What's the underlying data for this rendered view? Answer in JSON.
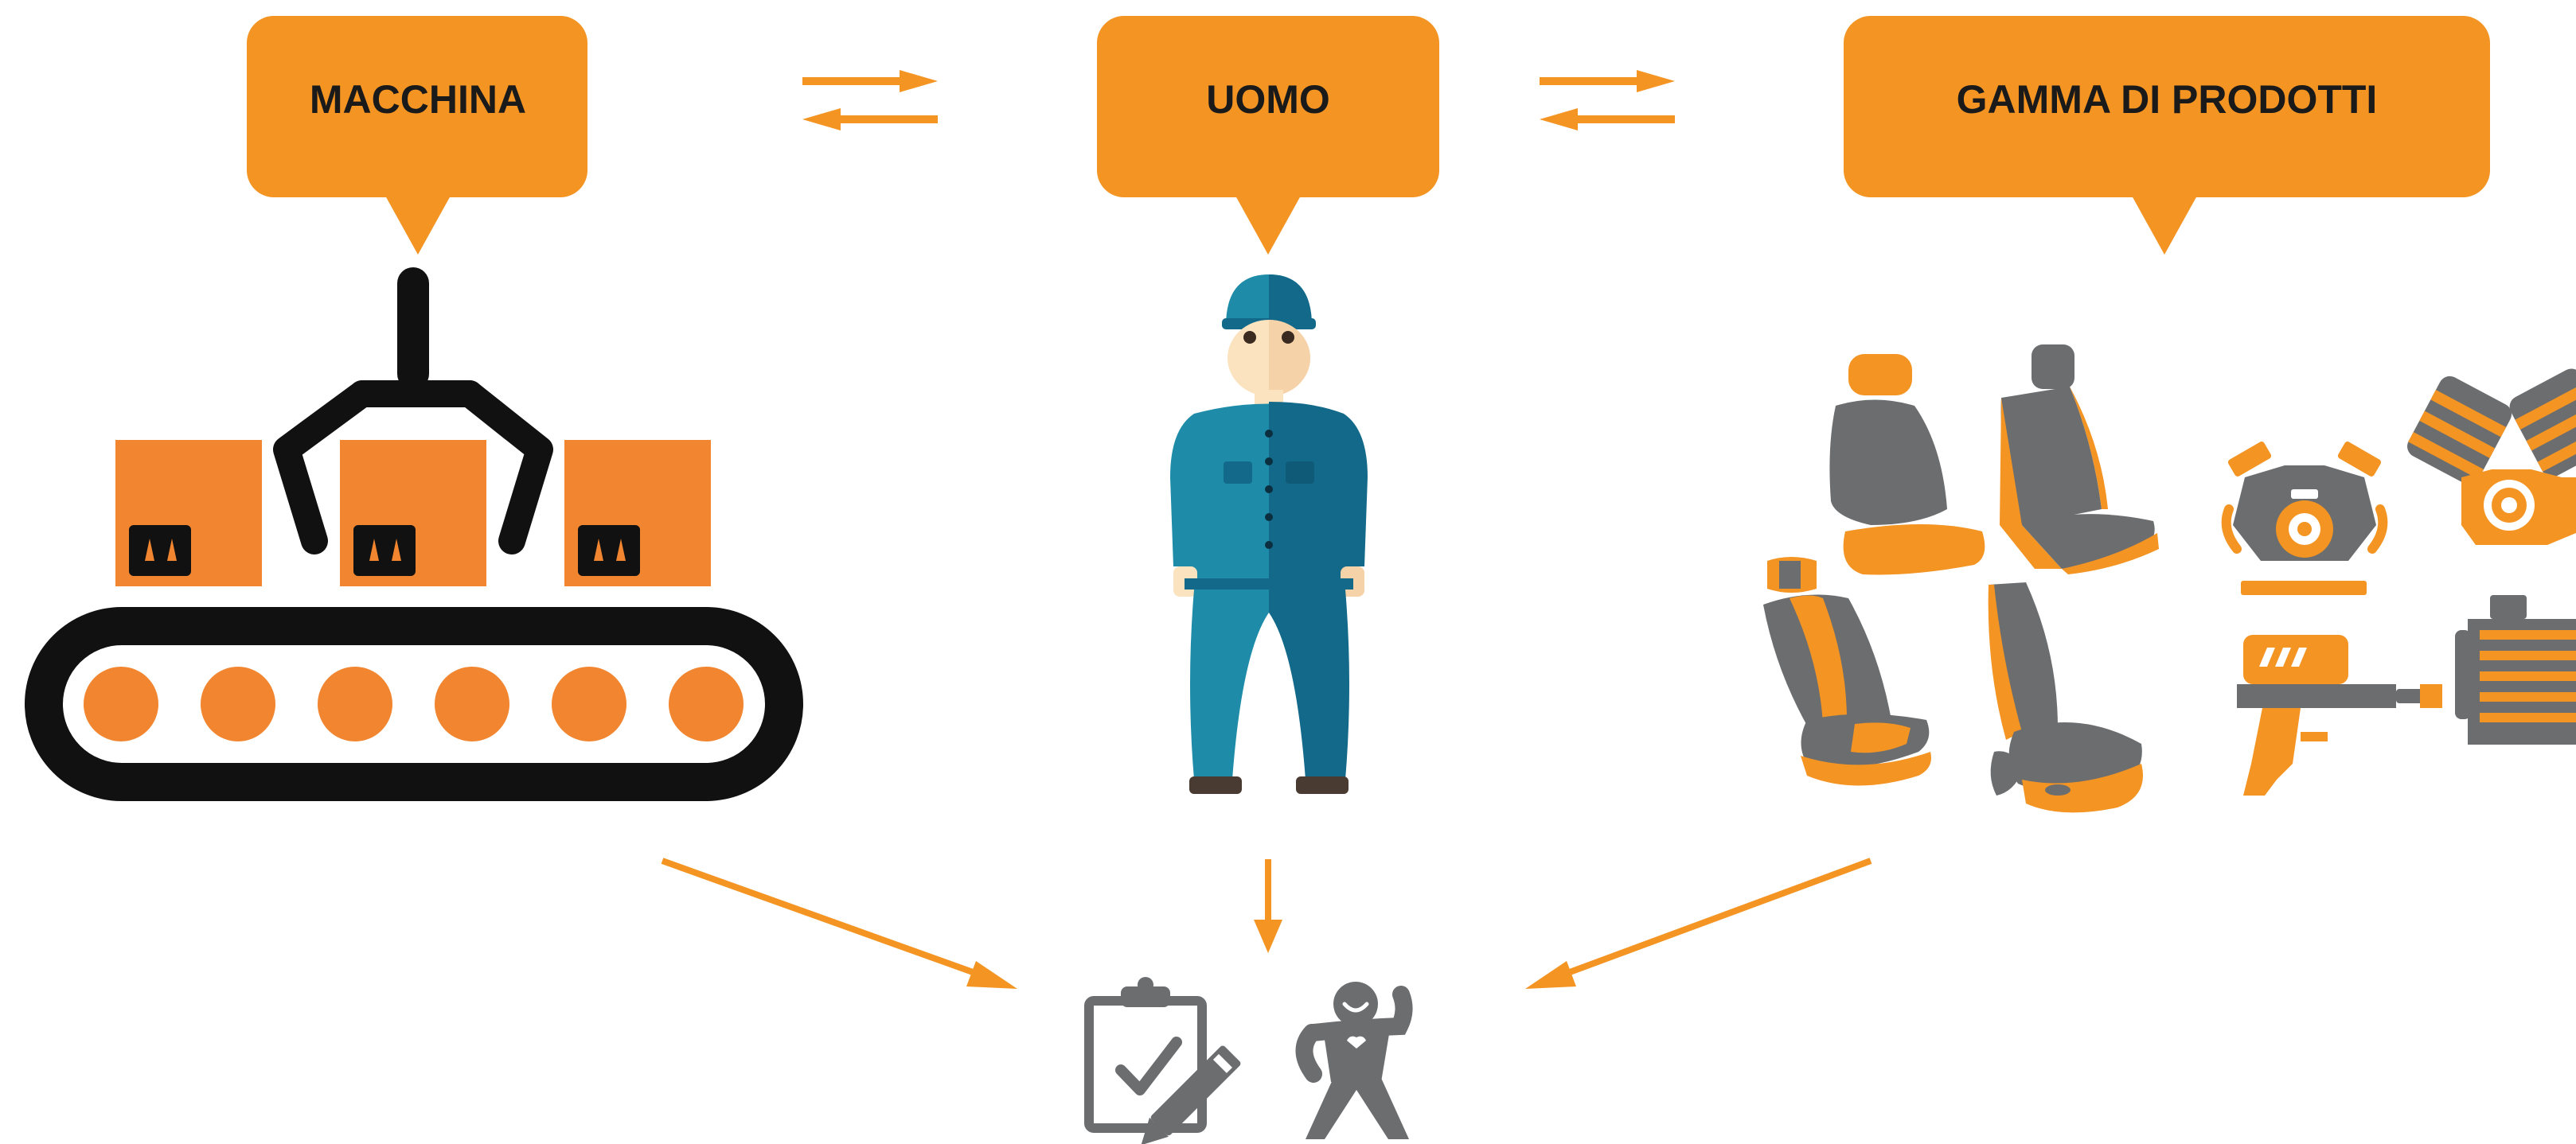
{
  "labels": {
    "machine": "MACCHINA",
    "man": "UOMO",
    "products": "GAMMA DI PRODOTTI"
  },
  "colors": {
    "orange": "#F39423",
    "box_orange": "#F28630",
    "black": "#111111",
    "teal_light": "#1E8CA8",
    "teal_dark": "#13698A",
    "skin": "#FCE3C0",
    "gray": "#6B6D6F",
    "white": "#FFFFFF"
  },
  "icons": {
    "machine": "conveyor-belt-robot-arm-icon",
    "man": "worker-icon",
    "products": [
      "car-seat-icon",
      "engine-icon",
      "hydraulic-cylinder-icon"
    ],
    "outcome": [
      "checklist-clipboard-icon",
      "happy-person-icon"
    ]
  }
}
